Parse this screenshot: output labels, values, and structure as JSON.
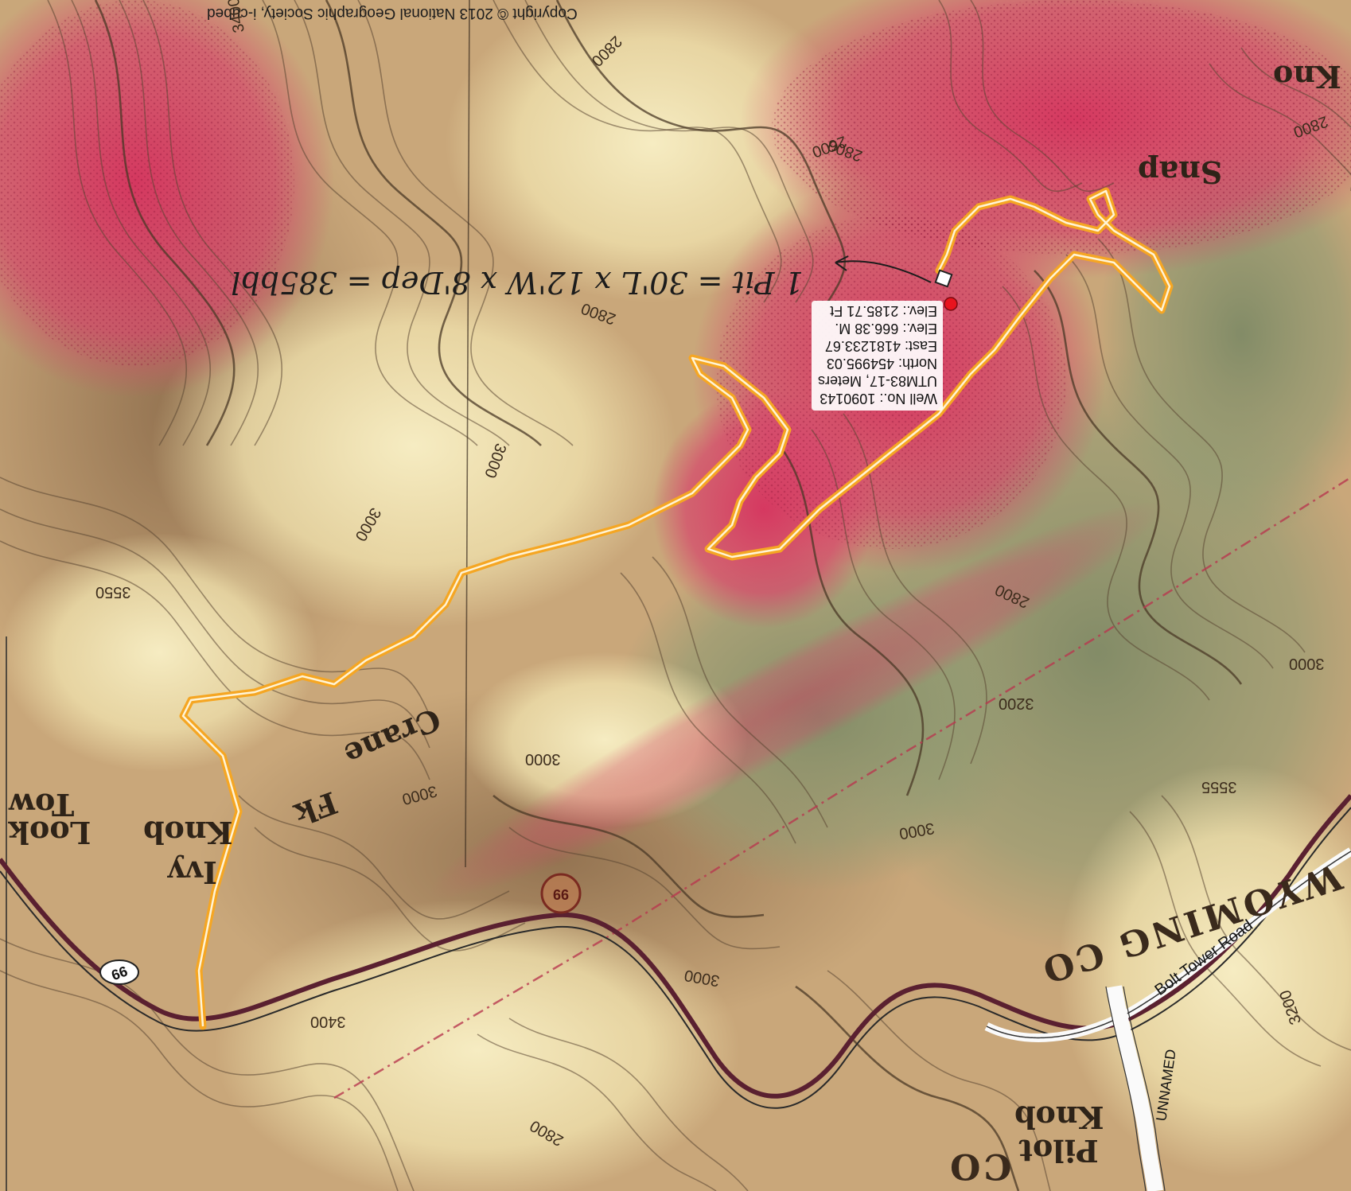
{
  "copyright": "Copyright © 2013 National Geographic Society, i-cubed",
  "well": {
    "well_no": "Well No.: 1090143",
    "utm": "UTM83-17, Meters",
    "north": "North: 454995.03",
    "east": "East: 4181233.67",
    "elev_m": "Elev.: 666.38 M.",
    "elev_ft": "Elev.: 2185.71 Ft"
  },
  "handwritten_note": "1 Pit = 30'L x 12'W x 8'Dep = 385bbl",
  "place_names": {
    "ivy": "Ivy",
    "knob_left": "Knob",
    "lookout": "Look",
    "tower": "Tow",
    "pilot": "Pilot",
    "knob_right": "Knob",
    "snap_fragment": "Snap",
    "knob_top_fragment": "Kno",
    "creek_fragment": "Crane",
    "fk": "Fk"
  },
  "county_label": "WYOMING CO",
  "county_fragment": "CO",
  "roads": {
    "route_shield": "99",
    "route_circle": "99",
    "bolt_tower": "Bolt Tower Road",
    "unnamed": "UNNAMED"
  },
  "contour_labels": [
    "2800",
    "2800",
    "2800",
    "3000",
    "3000",
    "2800",
    "3000",
    "3000",
    "3000",
    "3000",
    "2800",
    "3400",
    "3550",
    "3555",
    "3200",
    "2800",
    "2600",
    "3400",
    "3000",
    "3200"
  ],
  "colors": {
    "access_road": "#f5a623",
    "well_marker": "#e8141e",
    "forest_pink": "#d6335f",
    "terrain_tan": "#c9a77a",
    "terrain_green": "#8f9a72",
    "ridge_cream": "#f2e6b6"
  }
}
